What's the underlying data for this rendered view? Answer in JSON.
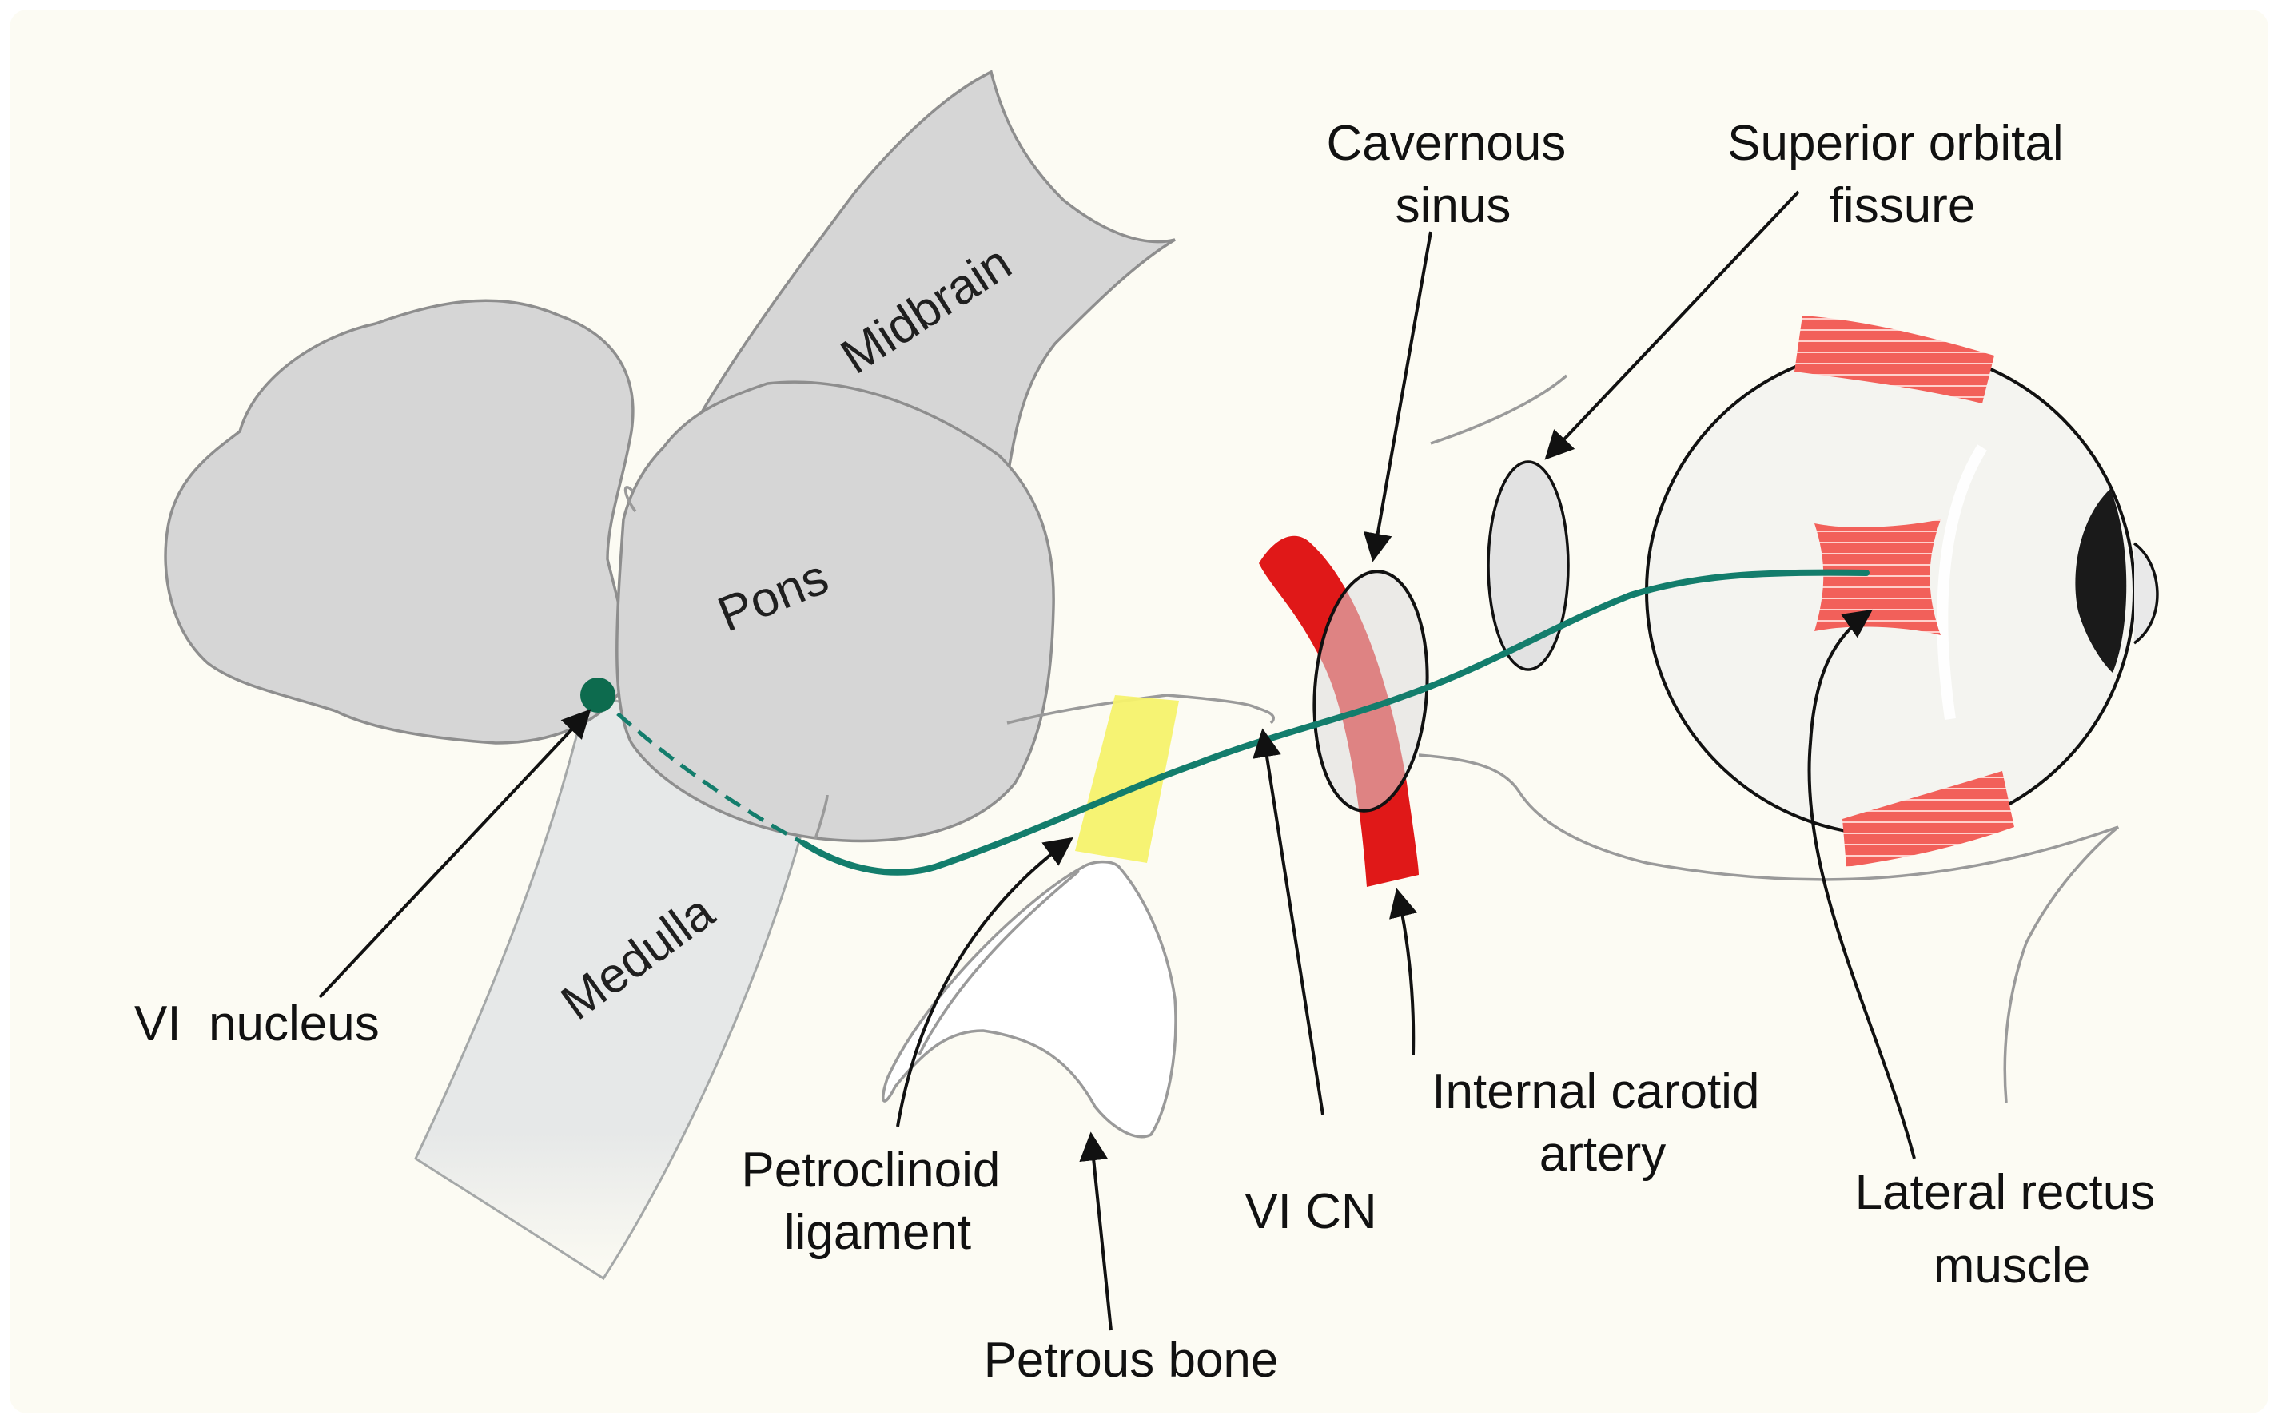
{
  "colors": {
    "background": "#fcfbf3",
    "brain": "#d6d6d6",
    "brain_outline": "#8e8e8e",
    "medulla": "#e6e8e8",
    "nerve": "#137d6c",
    "nucleus": "#0d6b4e",
    "artery": "#e01818",
    "ligament": "#f6f26b",
    "muscle": "#f2605a",
    "line": "#111111"
  },
  "regions": {
    "midbrain": "Midbrain",
    "pons": "Pons",
    "medulla": "Medulla"
  },
  "labels": {
    "cavernous_sinus": [
      "Cavernous",
      "sinus"
    ],
    "superior_orbital_fissure": [
      "Superior orbital",
      "fissure"
    ],
    "vi_nucleus": "VI  nucleus",
    "petroclinoid_ligament": [
      "Petroclinoid",
      "ligament"
    ],
    "petrous_bone": "Petrous bone",
    "vi_cn": "VI CN",
    "internal_carotid_artery": [
      "Internal carotid",
      "artery"
    ],
    "lateral_rectus_muscle": [
      "Lateral rectus",
      "muscle"
    ]
  },
  "icons": {
    "eye": "eyeball-icon",
    "arrowhead": "arrowhead-icon"
  }
}
